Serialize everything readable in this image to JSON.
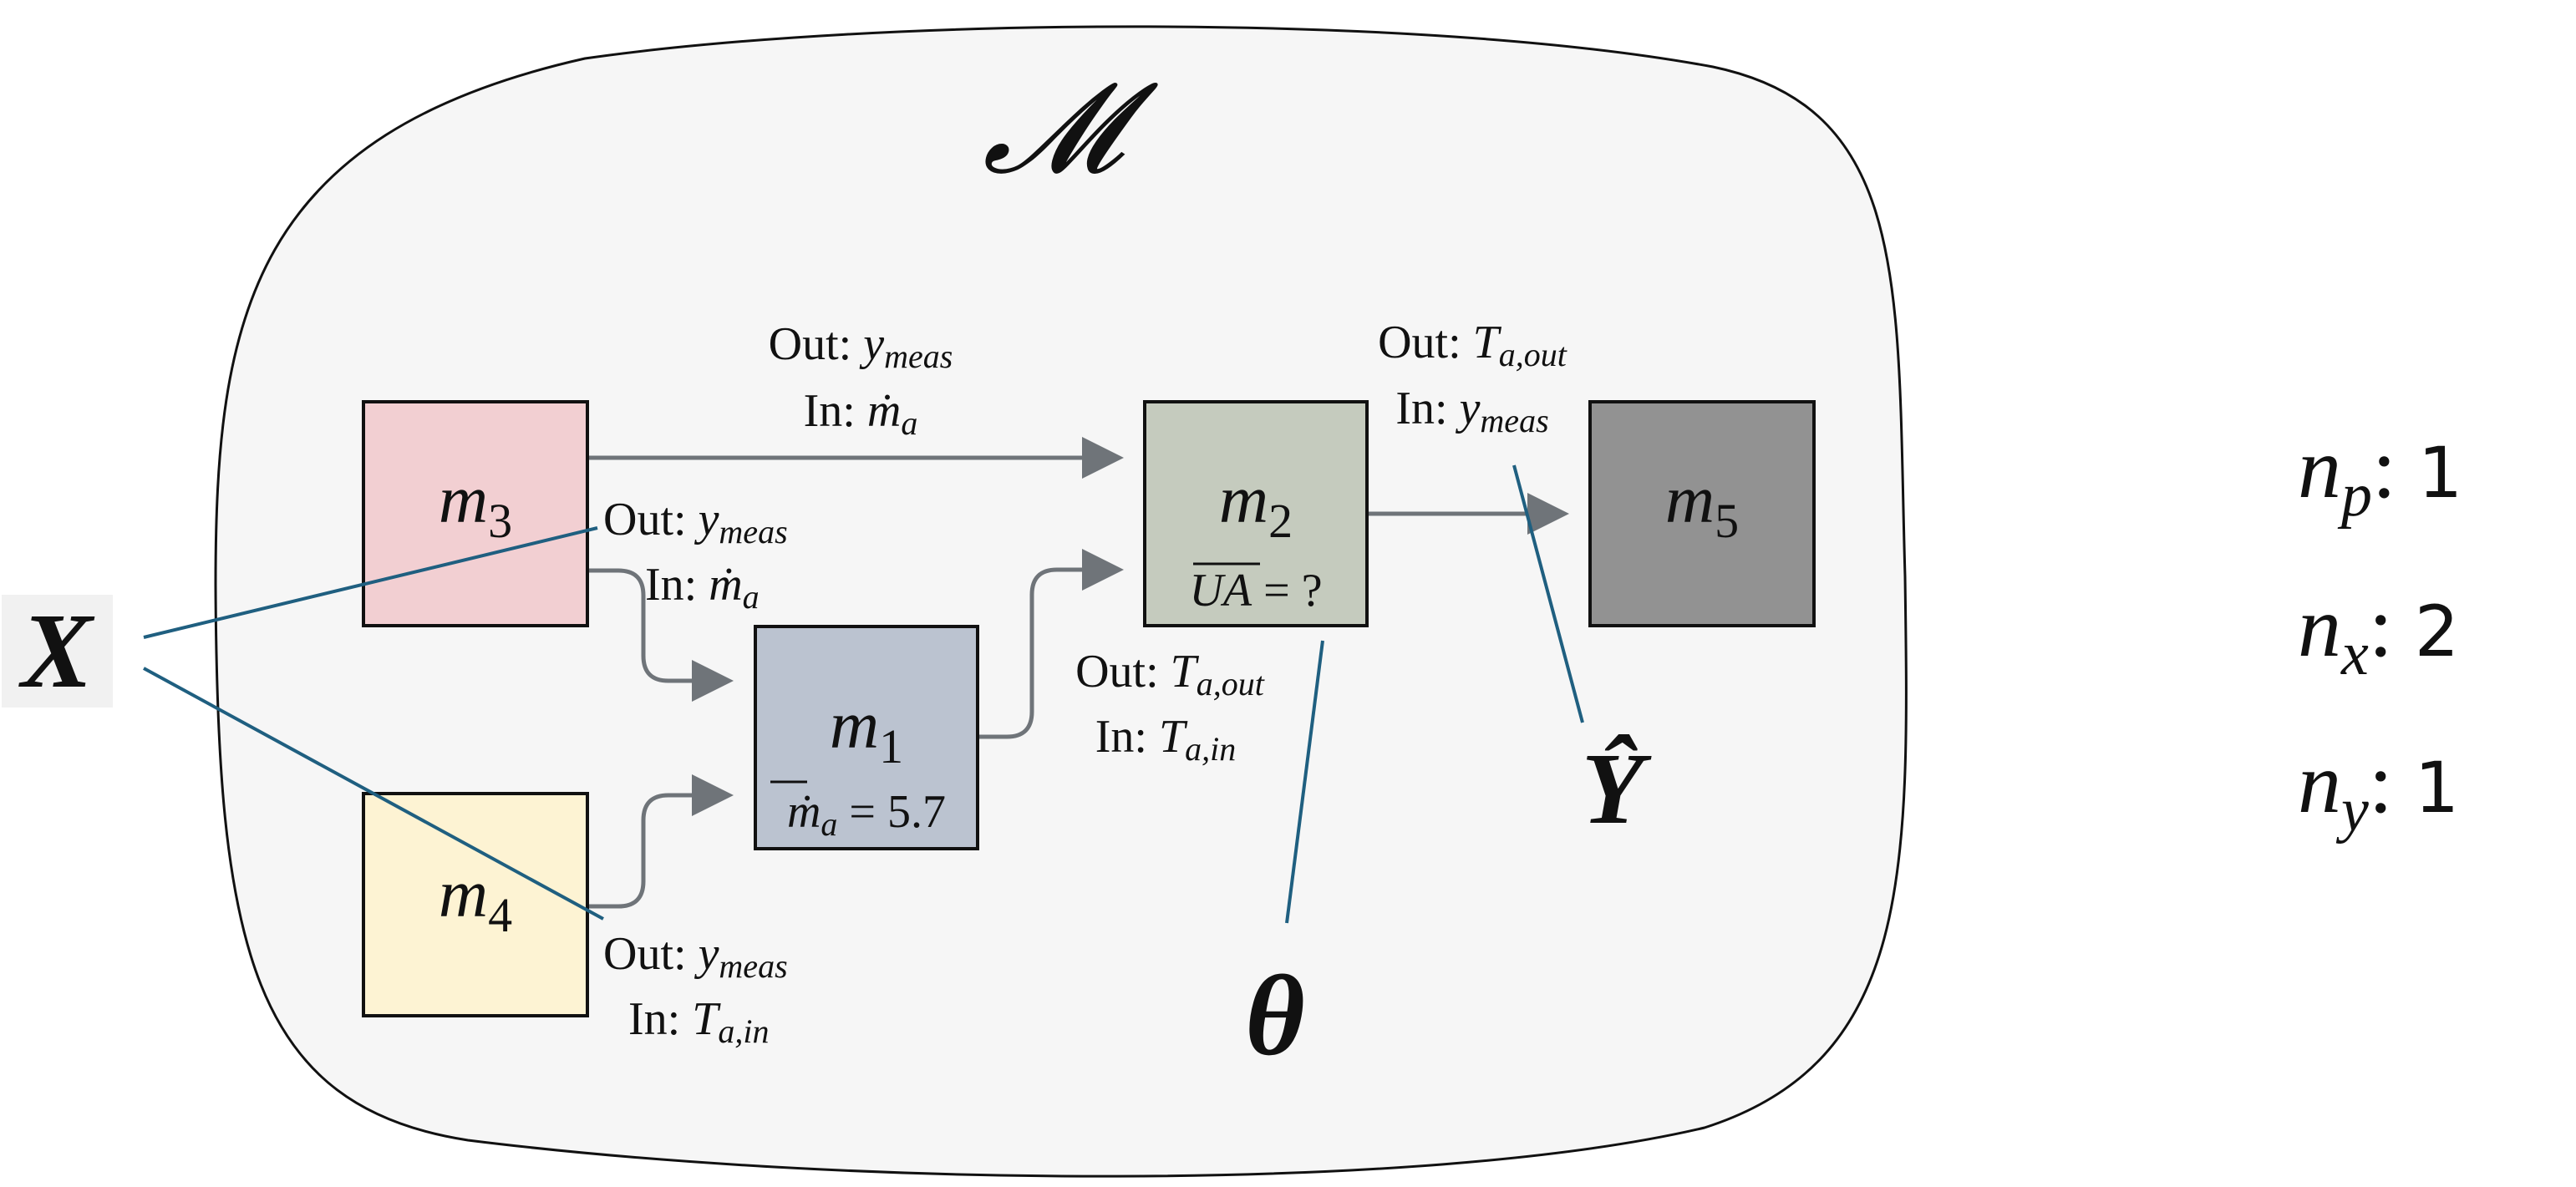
{
  "model": {
    "symbol": "𝓜"
  },
  "blocks": {
    "m3": {
      "name": "m",
      "sub": "3",
      "fill": "#f2cfd2"
    },
    "m4": {
      "name": "m",
      "sub": "4",
      "fill": "#fdf3d3"
    },
    "m1": {
      "name": "m",
      "sub": "1",
      "fill": "#bbc3d0",
      "param": {
        "base": "ṁ",
        "sub": "a",
        "rest": " = 5.7"
      }
    },
    "m2": {
      "name": "m",
      "sub": "2",
      "fill": "#c5cbbe",
      "param": {
        "base": "UA",
        "rest": " = ?"
      }
    },
    "m5": {
      "name": "m",
      "sub": "5",
      "fill": "#929292"
    }
  },
  "edges": {
    "e32": {
      "out_prefix": "Out: ",
      "out_var": "y",
      "out_sub": "meas",
      "in_prefix": "In: ",
      "in_var": "ṁ",
      "in_sub": "a"
    },
    "e31": {
      "out_prefix": "Out: ",
      "out_var": "y",
      "out_sub": "meas",
      "in_prefix": "In: ",
      "in_var": "ṁ",
      "in_sub": "a"
    },
    "e41": {
      "out_prefix": "Out: ",
      "out_var": "y",
      "out_sub": "meas",
      "in_prefix": "In: ",
      "in_var": "T",
      "in_sub": "a,in"
    },
    "e12": {
      "out_prefix": "Out: ",
      "out_var": "T",
      "out_sub": "a,out",
      "in_prefix": "In: ",
      "in_var": "T",
      "in_sub": "a,in"
    },
    "e25": {
      "out_prefix": "Out: ",
      "out_var": "T",
      "out_sub": "a,out",
      "in_prefix": "In: ",
      "in_var": "y",
      "in_sub": "meas"
    }
  },
  "external": {
    "x_label": "X",
    "theta_label": "θ",
    "yhat_label": "Ŷ"
  },
  "counts": [
    {
      "var": "n",
      "sub": "p",
      "value": "1"
    },
    {
      "var": "n",
      "sub": "x",
      "value": "2"
    },
    {
      "var": "n",
      "sub": "y",
      "value": "1"
    }
  ],
  "colors": {
    "blob_fill": "#f6f6f6",
    "blob_stroke": "#111111",
    "arrow": "#6f7479",
    "pointer": "#1f5f80"
  }
}
